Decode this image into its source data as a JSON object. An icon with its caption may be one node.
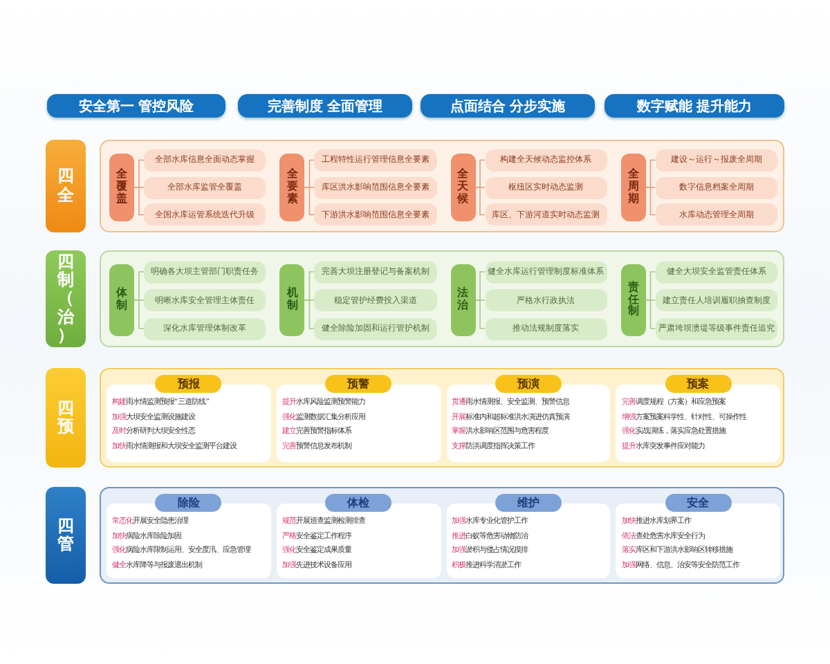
{
  "diagram": {
    "nodes": [
      {
        "text": [
          "安全第一 管控风险"
        ]
      },
      {
        "text": [
          "完善制度 全面管理"
        ]
      },
      {
        "text": [
          "点面结合 分步实施"
        ]
      },
      {
        "text": [
          "数字赋能 提升能力"
        ]
      },
      {
        "text": [
          "四全"
        ]
      },
      {
        "text": [],
        "shape": "box"
      },
      {
        "text": [
          "全覆盖"
        ],
        "in": 5
      },
      {
        "text": [
          "全部水库信息全面动态掌握"
        ],
        "in": 5
      },
      {
        "text": [
          "全部水库监管全覆盖"
        ],
        "in": 5
      },
      {
        "text": [
          "全国水库运管系统迭代升级"
        ],
        "in": 5
      },
      {
        "text": [
          "全要素"
        ],
        "in": 5
      },
      {
        "text": [
          "工程特性运行管理信息全要素"
        ],
        "in": 5
      },
      {
        "text": [
          "库区洪水影响范围信息全要素"
        ],
        "in": 5
      },
      {
        "text": [
          "下游洪水影响范围信息全要素"
        ],
        "in": 5
      },
      {
        "text": [
          "全天候"
        ],
        "in": 5
      },
      {
        "text": [
          "构建全天候动态监控体系"
        ],
        "in": 5
      },
      {
        "text": [
          "枢纽区实时动态监测"
        ],
        "in": 5
      },
      {
        "text": [
          "库区、下游河道实时动态监测"
        ],
        "in": 5
      },
      {
        "text": [
          "全周期"
        ],
        "in": 5
      },
      {
        "text": [
          "建设～运行～报废全周期"
        ],
        "in": 5
      },
      {
        "text": [
          "数字信息档案全周期"
        ],
        "in": 5
      },
      {
        "text": [
          "水库动态管理全周期"
        ],
        "in": 5
      },
      {
        "text": [
          "四制（治）"
        ]
      },
      {
        "text": [],
        "shape": "box"
      },
      {
        "text": [
          "体制"
        ],
        "in": 23
      },
      {
        "text": [
          "明确各大坝主管部门职责任务"
        ],
        "in": 23
      },
      {
        "text": [
          "明晰水库安全管理主体责任"
        ],
        "in": 23
      },
      {
        "text": [
          "深化水库管理体制改革"
        ],
        "in": 23
      },
      {
        "text": [
          "机制"
        ],
        "in": 23
      },
      {
        "text": [
          "完善大坝注册登记与备案机制"
        ],
        "in": 23
      },
      {
        "text": [
          "稳定管护经费投入渠道"
        ],
        "in": 23
      },
      {
        "text": [
          "健全除险加固和运行管护机制"
        ],
        "in": 23
      },
      {
        "text": [
          "法治"
        ],
        "in": 23
      },
      {
        "text": [
          "健全水库运行管理制度标准体系"
        ],
        "in": 23
      },
      {
        "text": [
          "严格水行政执法"
        ],
        "in": 23
      },
      {
        "text": [
          "推动法规制度落实"
        ],
        "in": 23
      },
      {
        "text": [
          "责任制"
        ],
        "in": 23
      },
      {
        "text": [
          "健全大坝安全监管责任体系"
        ],
        "in": 23
      },
      {
        "text": [
          "建立责任人培训履职抽查制度"
        ],
        "in": 23
      },
      {
        "text": [
          "严肃垮坝溃堤等级事件责任追究"
        ],
        "in": 23
      },
      {
        "text": [
          "四预"
        ]
      },
      {
        "text": [],
        "shape": "box"
      },
      {
        "text": [
          "预报"
        ],
        "in": 41
      },
      {
        "text": [
          "**构建**雨水情监测预报“三道防线”",
          "**加强**大坝安全监测设施建设",
          "**及时**分析研判大坝安全性态",
          "**加快**雨水情测报和大坝安全监测平台建设"
        ],
        "in": 41
      },
      {
        "text": [
          "预警"
        ],
        "in": 41
      },
      {
        "text": [
          "**提升**水库风险监测预警能力",
          "**强化**监测数据汇集分析应用",
          "**建立**完善预警指标体系",
          "**完善**预警信息发布机制"
        ],
        "in": 41
      },
      {
        "text": [
          "预演"
        ],
        "in": 41
      },
      {
        "text": [
          "**贯通**雨水情测报、安全监测、预警信息",
          "**开展**标准内和超标准洪水演进仿真预演",
          "**掌握**洪水影响区范围与危害程度",
          "**支撑**防洪调度指挥决策工作"
        ],
        "in": 41
      },
      {
        "text": [
          "预案"
        ],
        "in": 41
      },
      {
        "text": [
          "**完善**调度规程（方案）和应急预案",
          "**增强**方案预案科学性、针对性、可操作性",
          "**强化**实战演练，落实应急处置措施",
          "**提升**水库突发事件应对能力"
        ],
        "in": 41
      },
      {
        "text": [
          "四管"
        ]
      },
      {
        "text": [],
        "shape": "box"
      },
      {
        "text": [
          "除险"
        ],
        "in": 51
      },
      {
        "text": [
          "**常态化**开展安全隐患治理",
          "**加快**病险水库除险加固",
          "**强化**病险水库限制运用、安全度汛、应急管理",
          "**健全**水库降等与报废退出机制"
        ],
        "in": 51
      },
      {
        "text": [
          "体检"
        ],
        "in": 51
      },
      {
        "text": [
          "**规范**开展巡查监测检测排查",
          "**严格**安全鉴定工作程序",
          "**强化**安全鉴定成果质量",
          "**加强**先进技术设备应用"
        ],
        "in": 51
      },
      {
        "text": [
          "维护"
        ],
        "in": 51
      },
      {
        "text": [
          "**加强**水库专业化管护工作",
          "**推进**白蚁等危害动物防治",
          "**加强**淤积与侵占情况摸排",
          "**积极**推进科学清淤工作"
        ],
        "in": 51
      },
      {
        "text": [
          "安全"
        ],
        "in": 51
      },
      {
        "text": [
          "**加快**推进水库划界工作",
          "**依法**查处危害水库安全行为",
          "**落实**库区和下游洪水影响区转移措施",
          "**加强**网络、信息、治安等安全防范工作"
        ],
        "in": 51
      }
    ],
    "edges": [
      {
        "from": 6,
        "to": 7,
        "arrow": "none"
      },
      {
        "from": 6,
        "to": 8,
        "arrow": "none"
      },
      {
        "from": 6,
        "to": 9,
        "arrow": "none"
      },
      {
        "from": 10,
        "to": 11,
        "arrow": "none"
      },
      {
        "from": 10,
        "to": 12,
        "arrow": "none"
      },
      {
        "from": 10,
        "to": 13,
        "arrow": "none"
      },
      {
        "from": 14,
        "to": 15,
        "arrow": "none"
      },
      {
        "from": 14,
        "to": 16,
        "arrow": "none"
      },
      {
        "from": 14,
        "to": 17,
        "arrow": "none"
      },
      {
        "from": 18,
        "to": 19,
        "arrow": "none"
      },
      {
        "from": 18,
        "to": 20,
        "arrow": "none"
      },
      {
        "from": 18,
        "to": 21,
        "arrow": "none"
      },
      {
        "from": 24,
        "to": 25,
        "arrow": "none"
      },
      {
        "from": 24,
        "to": 26,
        "arrow": "none"
      },
      {
        "from": 24,
        "to": 27,
        "arrow": "none"
      },
      {
        "from": 28,
        "to": 29,
        "arrow": "none"
      },
      {
        "from": 28,
        "to": 30,
        "arrow": "none"
      },
      {
        "from": 28,
        "to": 31,
        "arrow": "none"
      },
      {
        "from": 32,
        "to": 33,
        "arrow": "none"
      },
      {
        "from": 32,
        "to": 34,
        "arrow": "none"
      },
      {
        "from": 32,
        "to": 35,
        "arrow": "none"
      },
      {
        "from": 36,
        "to": 37,
        "arrow": "none"
      },
      {
        "from": 36,
        "to": 38,
        "arrow": "none"
      },
      {
        "from": 36,
        "to": 39,
        "arrow": "none"
      }
    ]
  }
}
